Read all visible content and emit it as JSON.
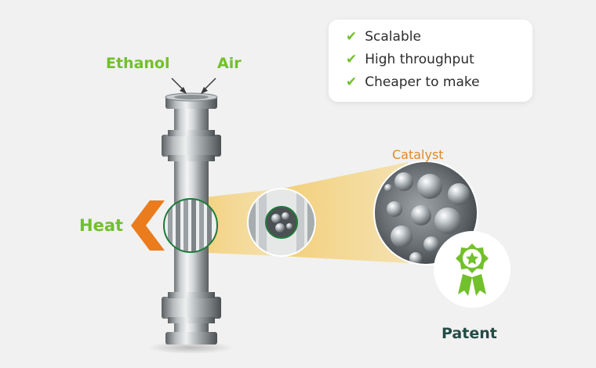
{
  "labels": {
    "ethanol": "Ethanol",
    "air": "Air",
    "heat": "Heat",
    "catalyst": "Catalyst",
    "patent": "Patent"
  },
  "benefits": [
    {
      "icon": "check-icon",
      "text": "Scalable"
    },
    {
      "icon": "check-icon",
      "text": "High throughput"
    },
    {
      "icon": "check-icon",
      "text": "Cheaper to make"
    }
  ],
  "colors": {
    "green": "#72c02c",
    "orange": "#e0892a",
    "dark_teal": "#244a46",
    "background": "#f0f1f0",
    "beam": "#f2cd72"
  }
}
